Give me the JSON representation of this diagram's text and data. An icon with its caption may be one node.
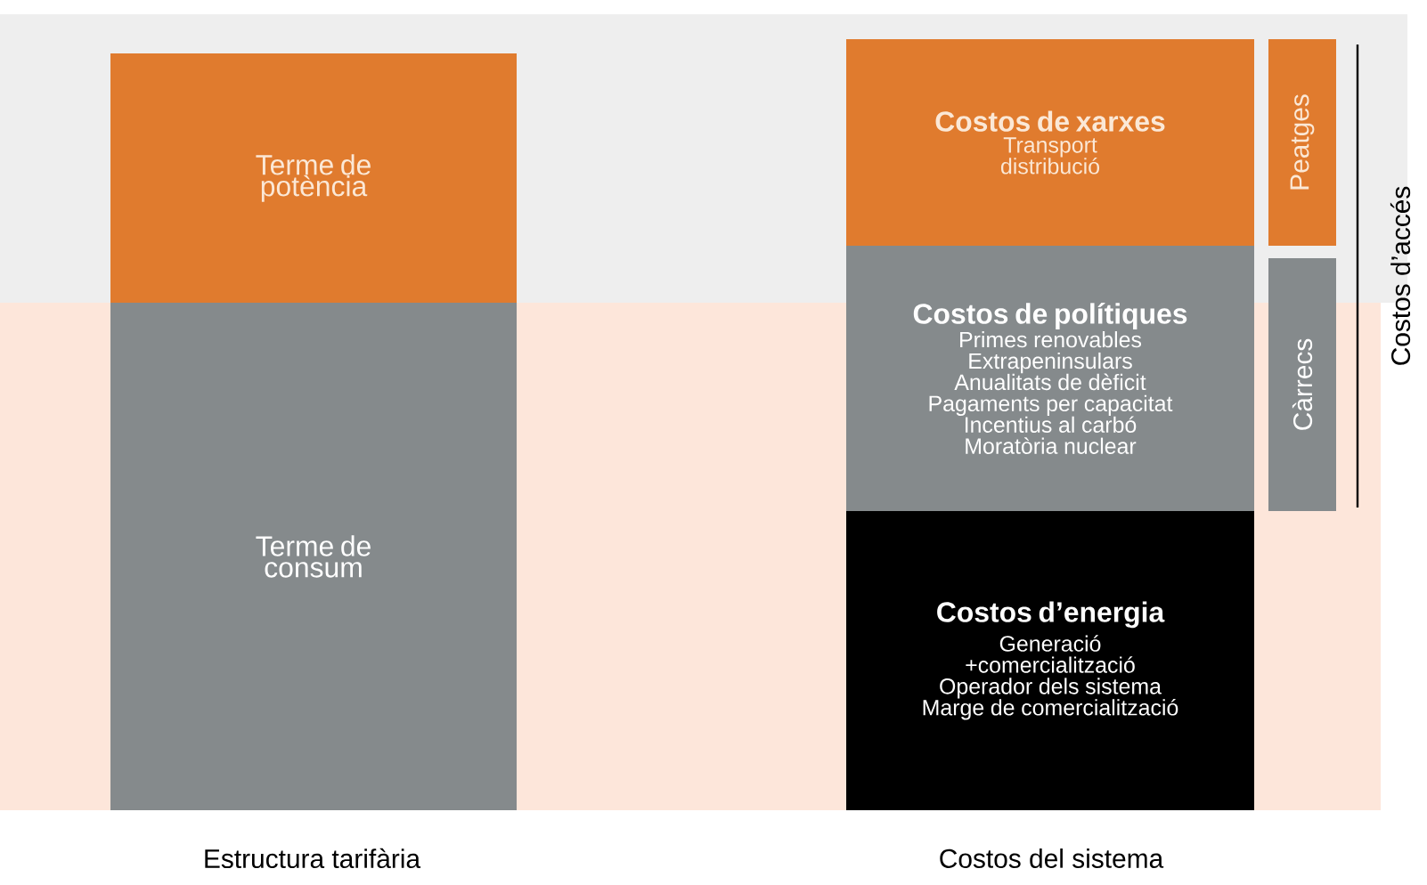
{
  "diagram": {
    "nodes": [
      {
        "text": [
          "Terme de potència"
        ]
      },
      {
        "text": [
          "Terme de consum"
        ]
      },
      {
        "text": [
          "Costos de xarxes",
          "Transport",
          "distribució"
        ]
      },
      {
        "text": [
          "Costos de polítiques",
          "Primes renovables",
          "Extrapeninsulars",
          "Anualitats de dèficit",
          "Pagaments per capacitat",
          "Incentius al carbó",
          "Moratòria nuclear"
        ]
      },
      {
        "text": [
          "Costos d’energia",
          "Generació",
          "+comercialització",
          "Operador dels sistema",
          "Marge de comercialització"
        ]
      },
      {
        "text": [
          "Peatges"
        ]
      },
      {
        "text": [
          "Càrrecs"
        ]
      }
    ],
    "labels": [
      "Costos d’accés",
      "Estructura tarifària",
      "Costos del sistema"
    ]
  }
}
